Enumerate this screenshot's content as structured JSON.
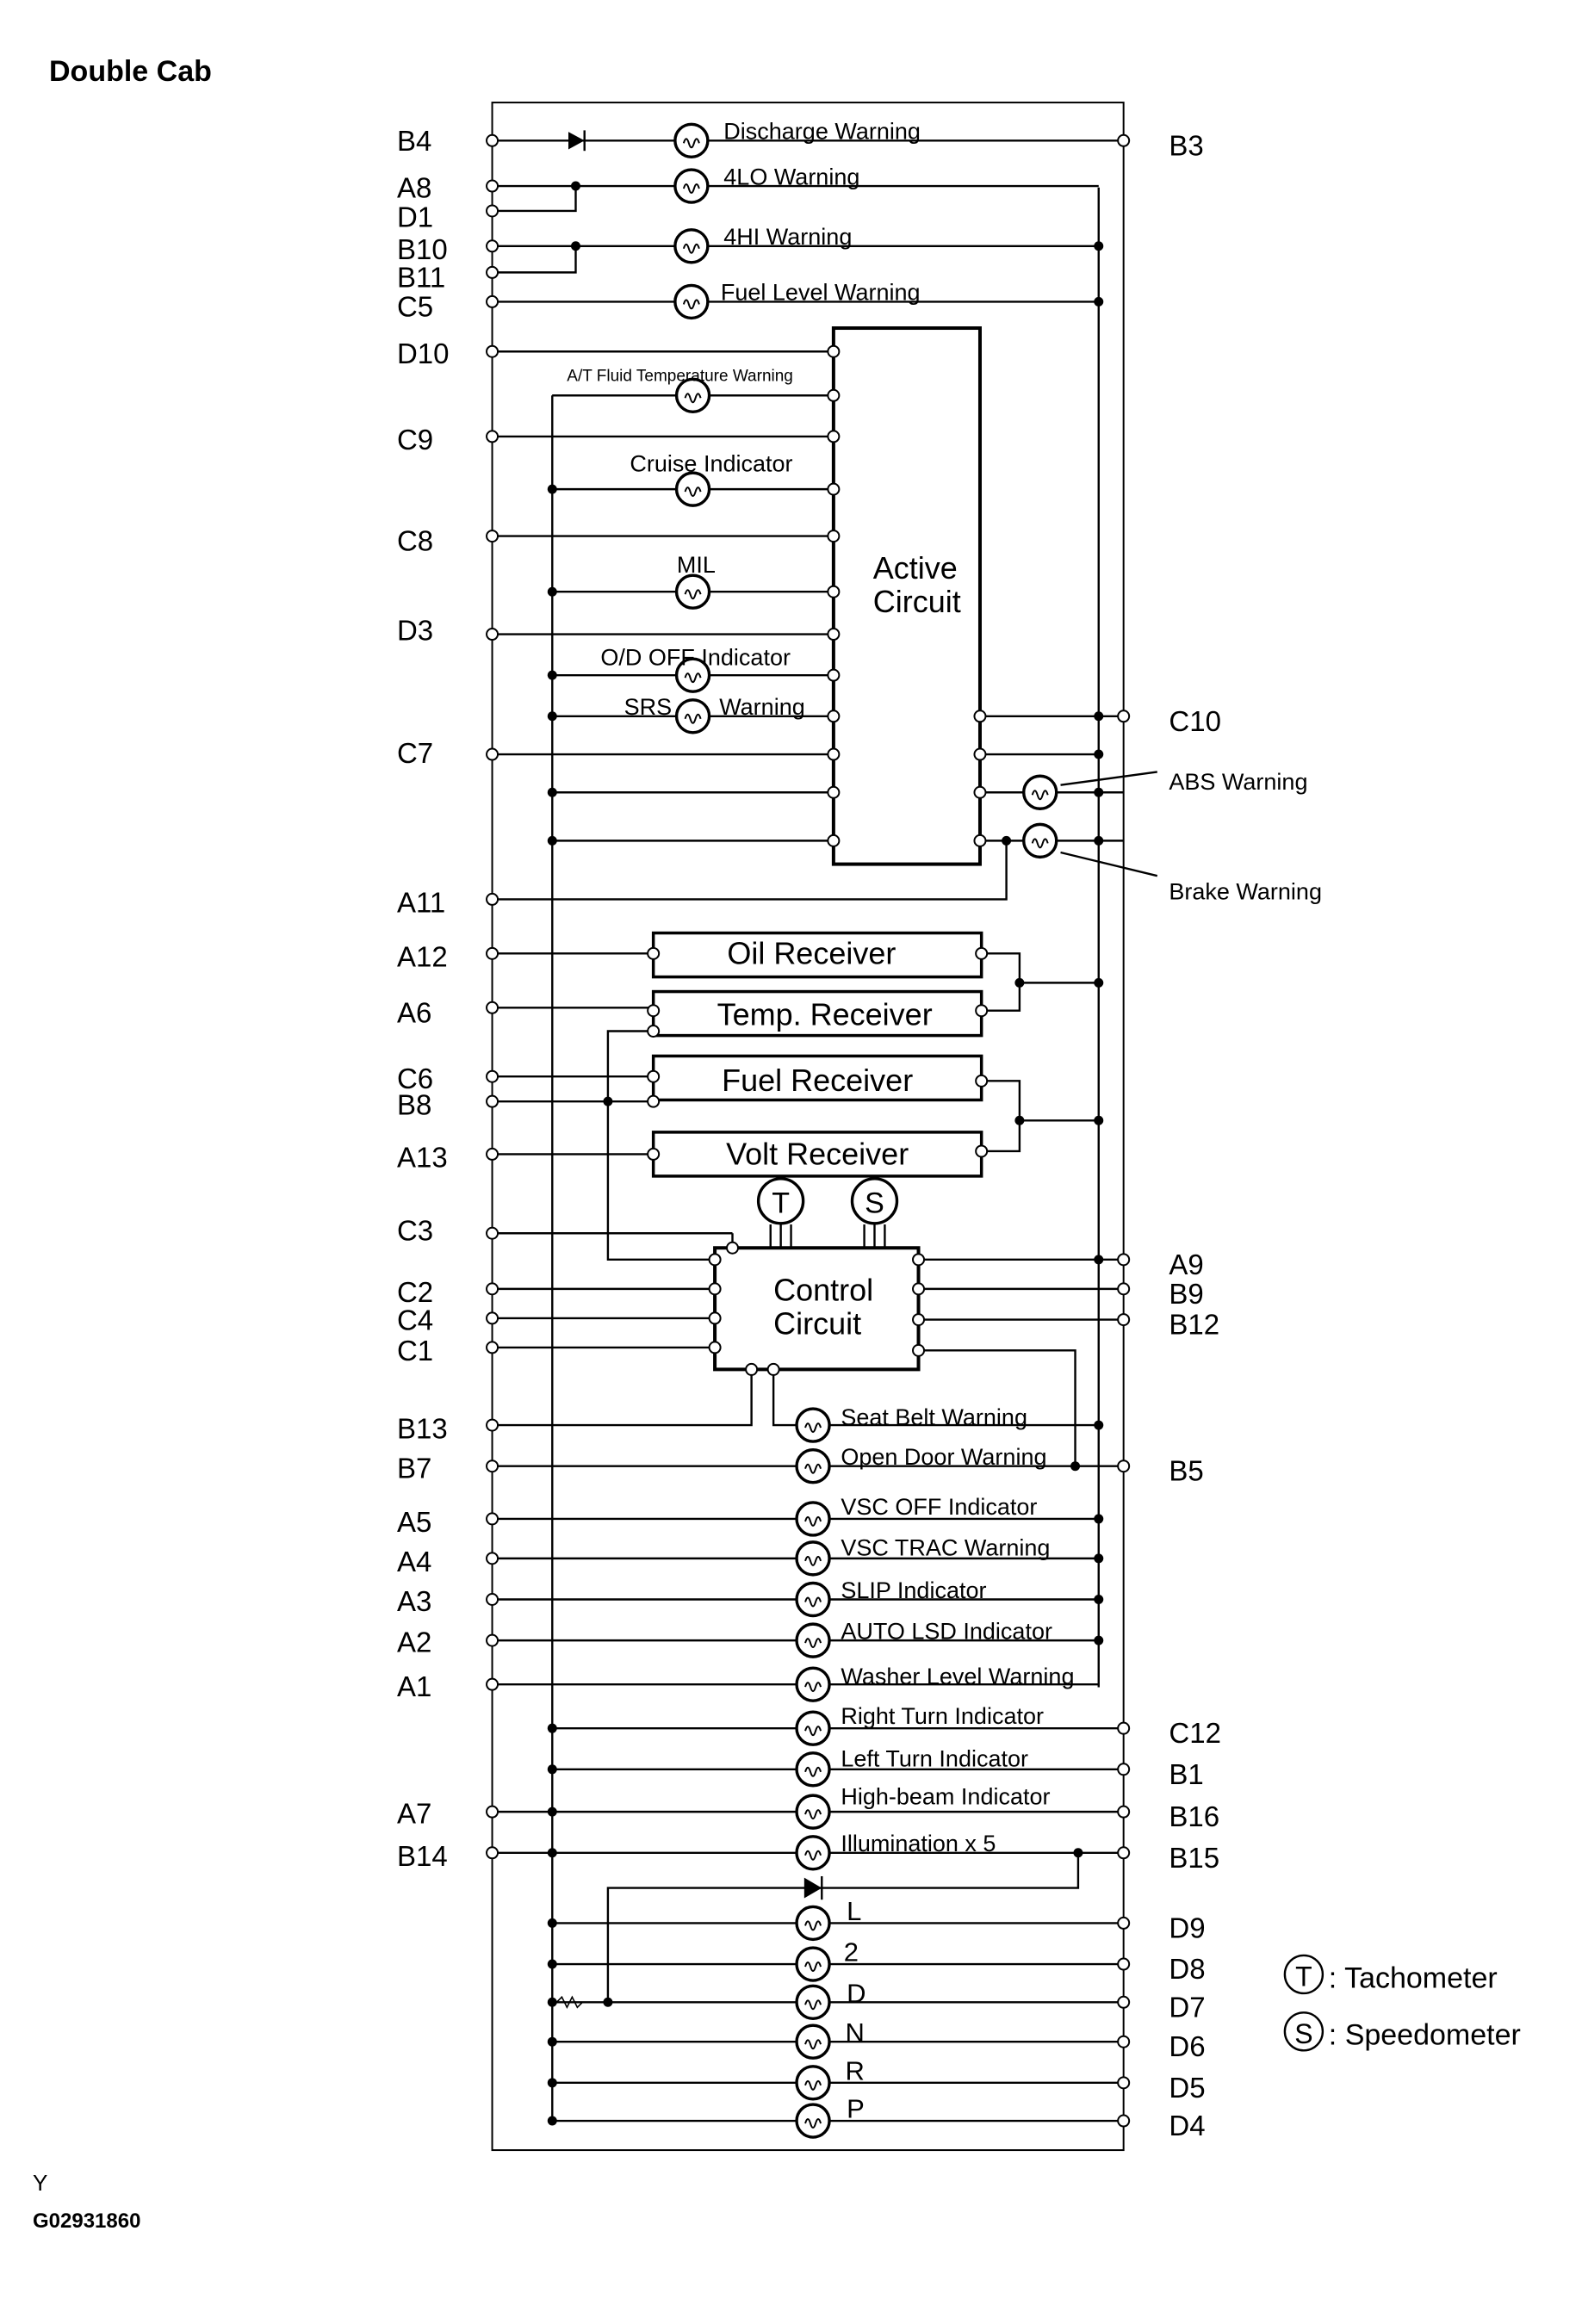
{
  "title": "Double Cab",
  "footer": {
    "mark": "Y",
    "code": "G02931860"
  },
  "legend": [
    {
      "sym": "T",
      "text": ": Tachometer"
    },
    {
      "sym": "S",
      "text": ": Speedometer"
    }
  ],
  "blocks": {
    "active": [
      "Active",
      "Circuit"
    ],
    "control": [
      "Control",
      "Circuit"
    ],
    "oil": "Oil Receiver",
    "temp": "Temp. Receiver",
    "fuel": "Fuel Receiver",
    "volt": "Volt Receiver",
    "gauge_t": "T",
    "gauge_s": "S"
  },
  "left_pins": [
    "B4",
    "A8",
    "D1",
    "B10",
    "B11",
    "C5",
    "D10",
    "C9",
    "C8",
    "D3",
    "C7",
    "A11",
    "A12",
    "A6",
    "C6",
    "B8",
    "A13",
    "C3",
    "C2",
    "C4",
    "C1",
    "B13",
    "B7",
    "A5",
    "A4",
    "A3",
    "A2",
    "A1",
    "A7",
    "B14"
  ],
  "right_pins": [
    "B3",
    "C10",
    "A9",
    "B9",
    "B12",
    "B5",
    "C12",
    "B1",
    "B16",
    "B15",
    "D9",
    "D8",
    "D7",
    "D6",
    "D5",
    "D4"
  ],
  "lamps": [
    "Discharge Warning",
    "4LO Warning",
    "4HI Warning",
    "Fuel Level Warning",
    "A/T Fluid Temperature Warning",
    "Cruise Indicator",
    "MIL",
    "O/D OFF Indicator",
    "SRS",
    "Warning",
    "ABS Warning",
    "Brake Warning",
    "Seat Belt Warning",
    "Open Door Warning",
    "VSC OFF Indicator",
    "VSC TRAC Warning",
    "SLIP Indicator",
    "AUTO LSD Indicator",
    "Washer Level Warning",
    "Right Turn Indicator",
    "Left Turn Indicator",
    "High-beam Indicator",
    "Illumination x 5",
    "L",
    "2",
    "D",
    "N",
    "R",
    "P"
  ]
}
